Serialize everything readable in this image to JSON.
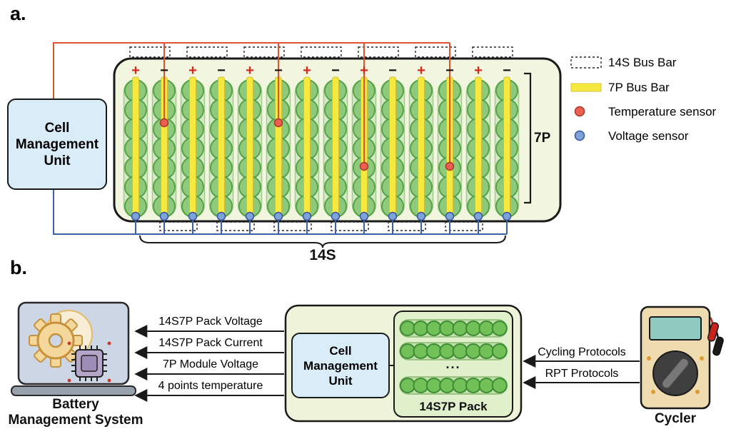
{
  "panel_a": {
    "label": "a.",
    "cmu_label": "Cell\nManagement\nUnit",
    "pack": {
      "columns": [
        "+",
        "−",
        "+",
        "−",
        "+",
        "−",
        "+",
        "−",
        "+",
        "−",
        "+",
        "−",
        "+",
        "−"
      ],
      "cells_per_column": 7,
      "bracket_label": "7P",
      "series_label": "14S"
    },
    "legend": [
      {
        "swatch": "dashed-box-icon",
        "label": "14S Bus Bar"
      },
      {
        "swatch": "yellow-bar-icon",
        "label": "7P Bus Bar"
      },
      {
        "swatch": "red-dot-icon",
        "label": "Temperature sensor"
      },
      {
        "swatch": "blue-dot-icon",
        "label": "Voltage sensor"
      }
    ]
  },
  "panel_b": {
    "label": "b.",
    "bms_label": "Battery\nManagement System",
    "cmu_label": "Cell\nManagement\nUnit",
    "pack_label": "14S7P Pack",
    "pack_dots": "...",
    "left_arrows": [
      "14S7P Pack Voltage",
      "14S7P Pack Current",
      "7P Module Voltage",
      "4 points temperature"
    ],
    "right_arrows": [
      "Cycling Protocols",
      "RPT Protocols"
    ],
    "cycler_label": "Cycler"
  },
  "colors": {
    "plus": "#d42a1d",
    "bus_bar_yellow": "#f5e83e",
    "temperature_sensor": "#ed5f50",
    "voltage_sensor": "#7da3d8",
    "temperature_wire": "#e0522e",
    "voltage_wire": "#3b5fa8"
  }
}
